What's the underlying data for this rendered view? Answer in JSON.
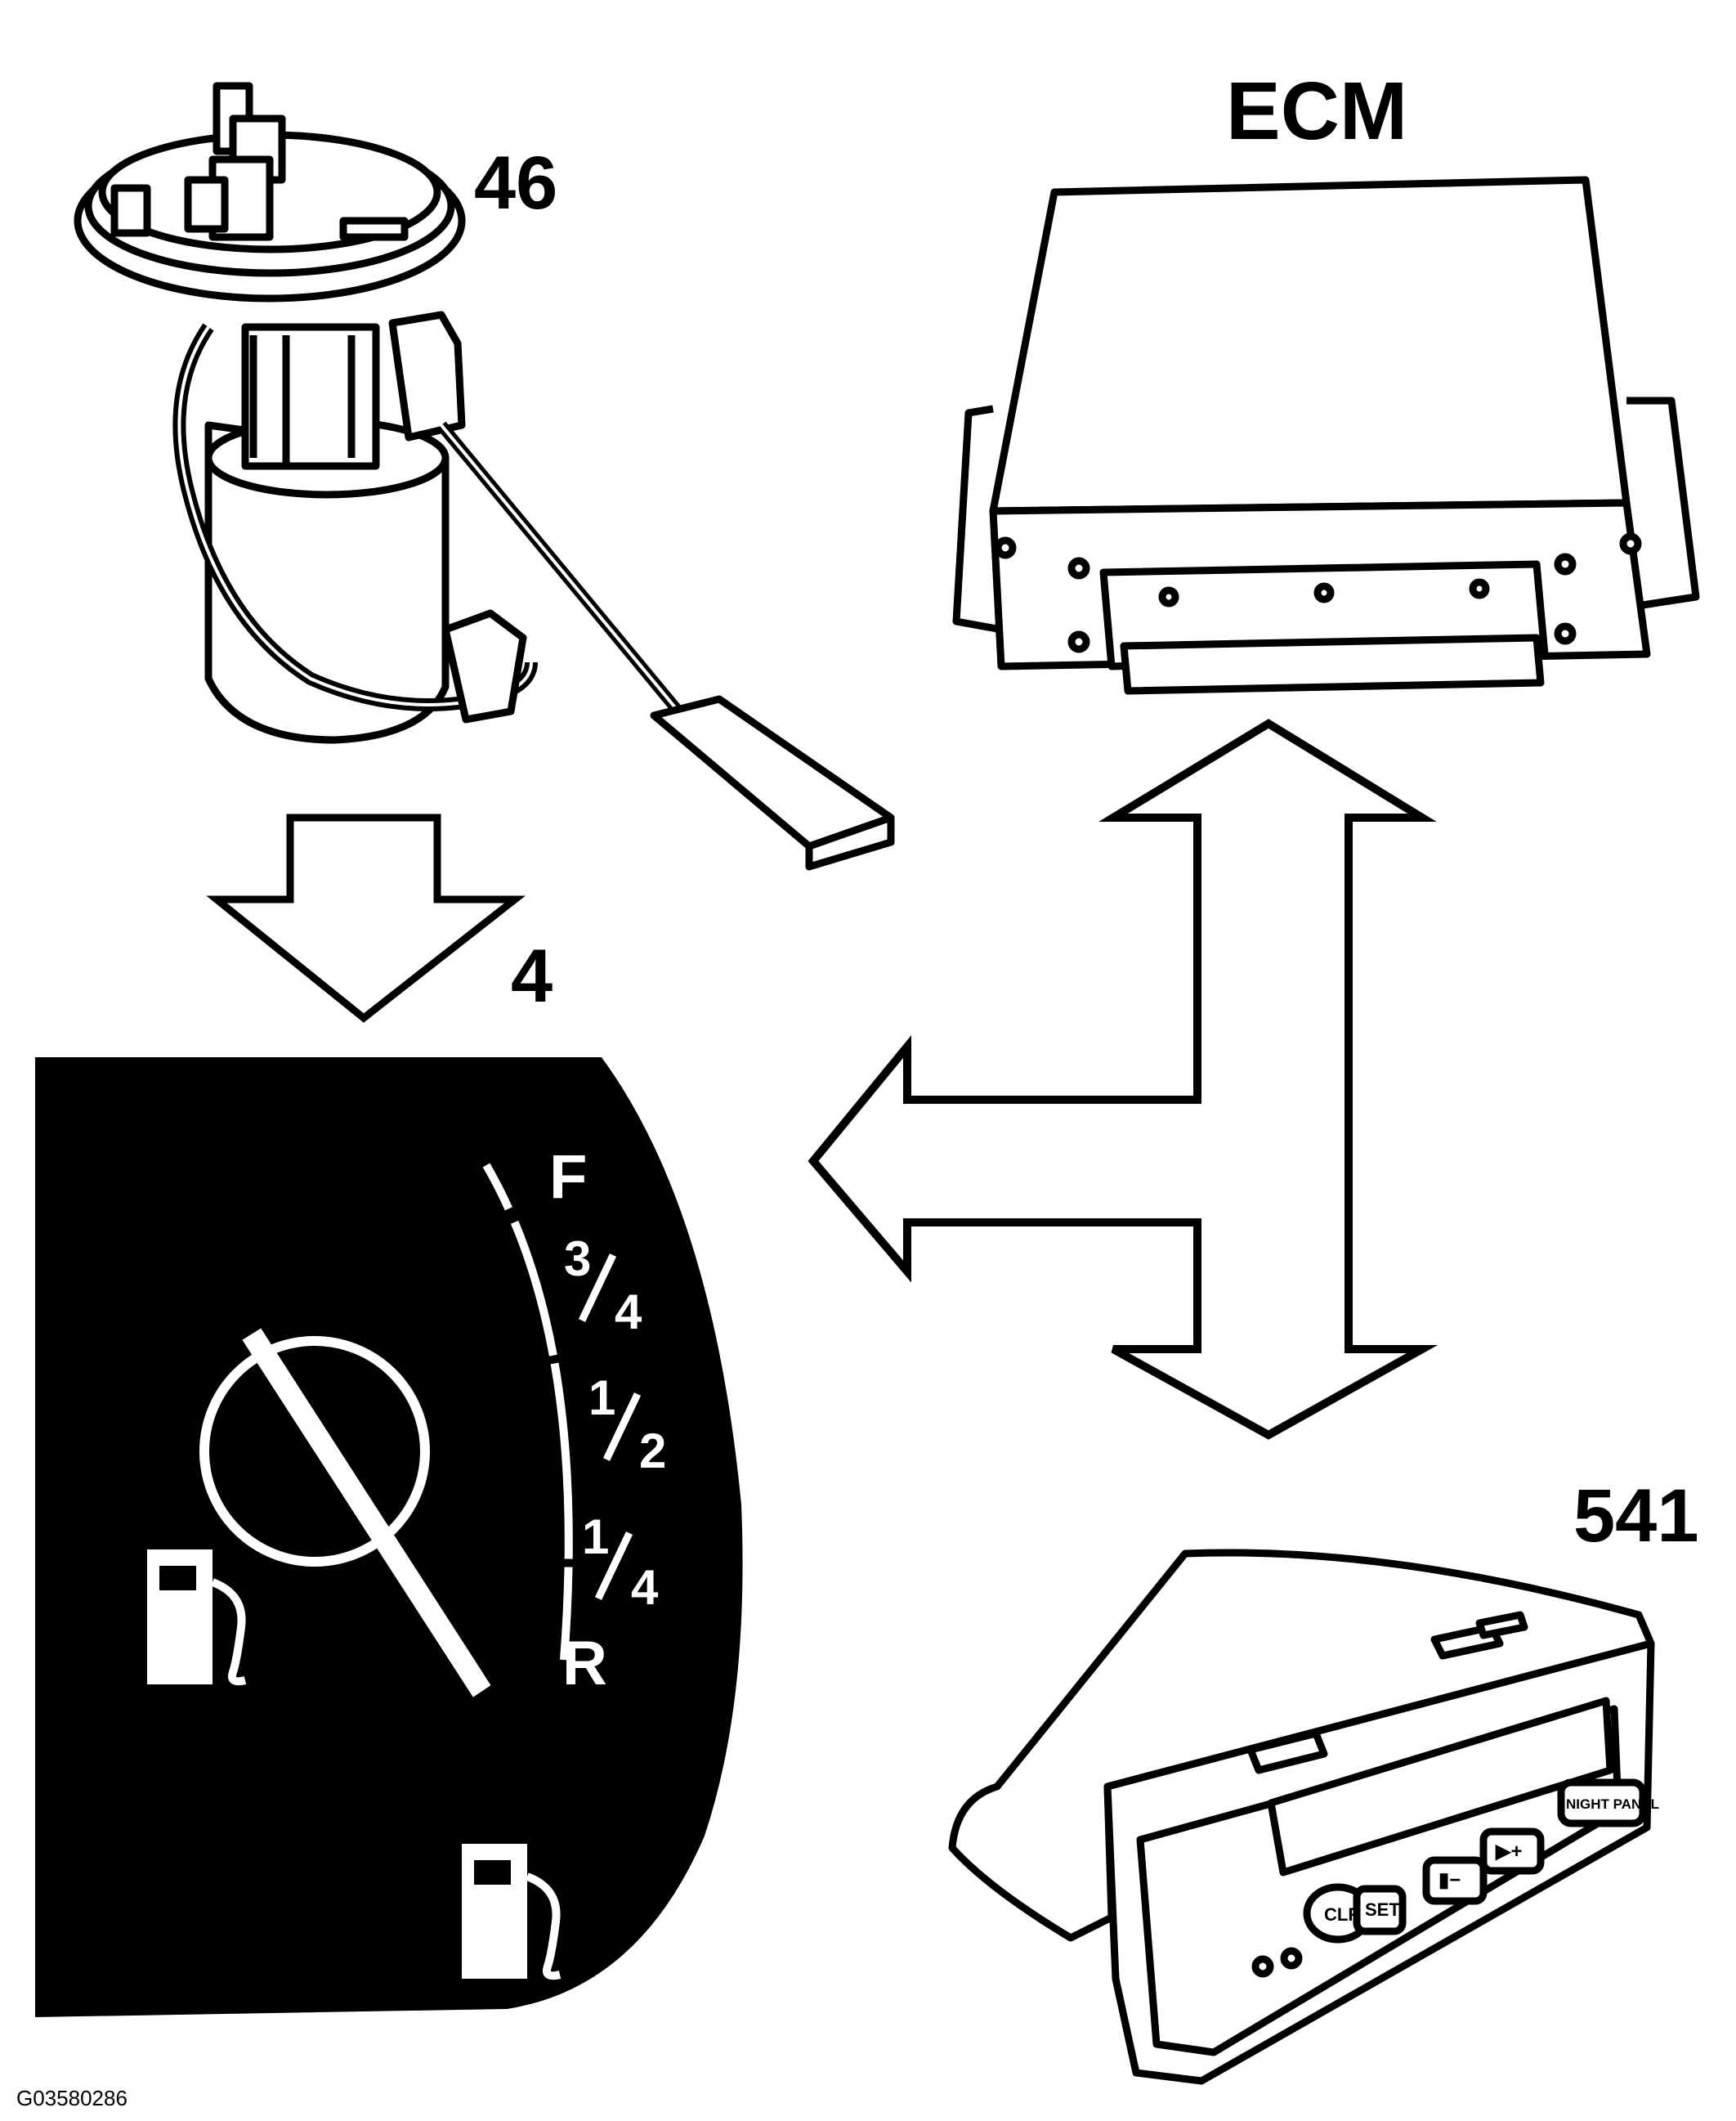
{
  "labels": {
    "fuel_pump": "46",
    "gauge": "4",
    "ecm": "ECM",
    "info_center": "541",
    "figure_id": "G03580286"
  },
  "gauge": {
    "marks": {
      "full": "F",
      "three_quarter_num": "3",
      "three_quarter_den": "4",
      "half_num": "1",
      "half_den": "2",
      "quarter_num": "1",
      "quarter_den": "4",
      "reserve": "R"
    }
  },
  "display_buttons": {
    "clr": "CLR",
    "set": "SET",
    "down": "▮−",
    "up": "▶+",
    "night_panel": "NIGHT PANEL"
  },
  "colors": {
    "ink": "#000000",
    "paper": "#ffffff"
  }
}
